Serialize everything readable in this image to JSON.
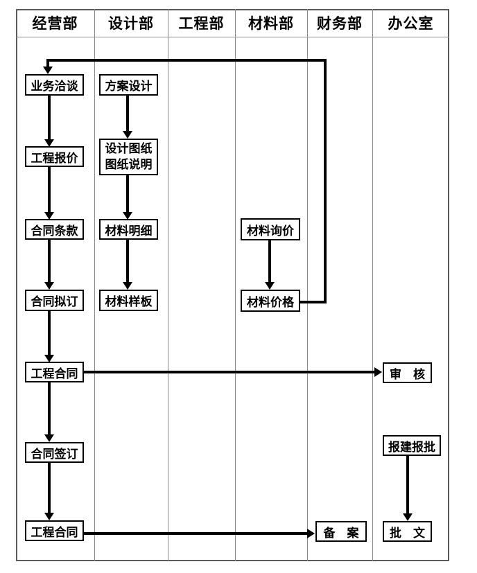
{
  "lanes": [
    {
      "label": "经营部"
    },
    {
      "label": "设计部"
    },
    {
      "label": "工程部"
    },
    {
      "label": "材料部"
    },
    {
      "label": "财务部"
    },
    {
      "label": "办公室"
    }
  ],
  "nodes": {
    "business_negotiation": "业务洽谈",
    "scheme_design": "方案设计",
    "project_quotation": "工程报价",
    "design_drawings_line1": "设计图纸",
    "design_drawings_line2": "图纸说明",
    "contract_terms": "合同条款",
    "material_details": "材料明细",
    "material_inquiry": "材料询价",
    "contract_drafting": "合同拟订",
    "material_samples": "材料样板",
    "material_price": "材料价格",
    "project_contract_review": "工程合同",
    "review": "审　核",
    "contract_signing": "合同签订",
    "construction_approval": "报建报批",
    "project_contract_filing": "工程合同",
    "filing": "备　案",
    "approval_document": "批　文"
  },
  "colors": {
    "line": "#000000",
    "grid": "#8a8a8a",
    "background": "#ffffff"
  }
}
